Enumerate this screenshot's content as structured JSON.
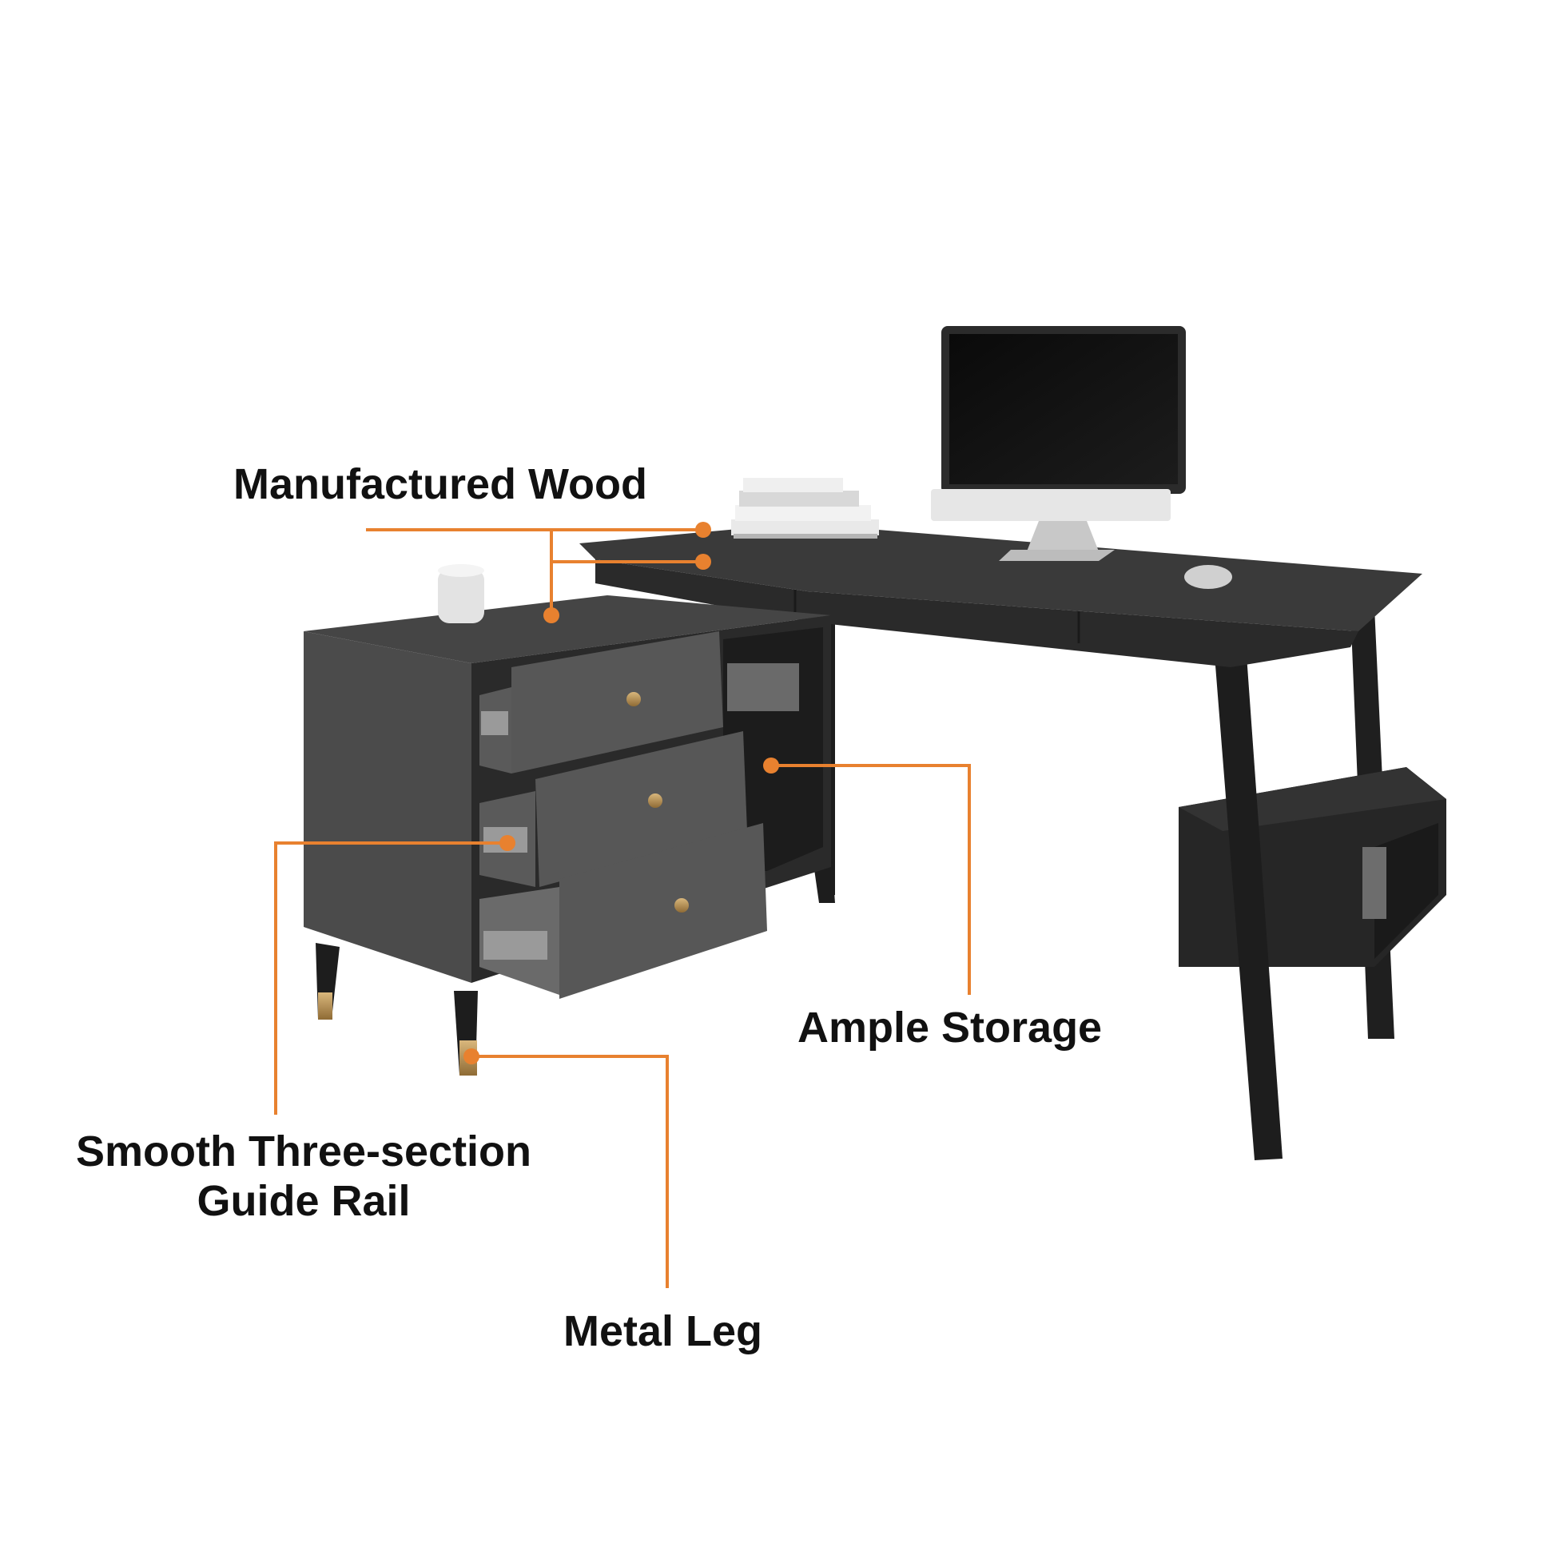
{
  "callouts": {
    "wood": "Manufactured Wood",
    "storage": "Ample Storage",
    "rail_line1": "Smooth Three-section",
    "rail_line2": "Guide Rail",
    "leg": "Metal Leg"
  },
  "colors": {
    "accent": "#e8812f",
    "text": "#111111",
    "desk_dark": "#2b2b2b",
    "desk_top": "#3a3a3a",
    "cabinet": "#4a4a4a",
    "drawer_front": "#555555",
    "metal_gold": "#b8945a",
    "background": "#ffffff"
  }
}
